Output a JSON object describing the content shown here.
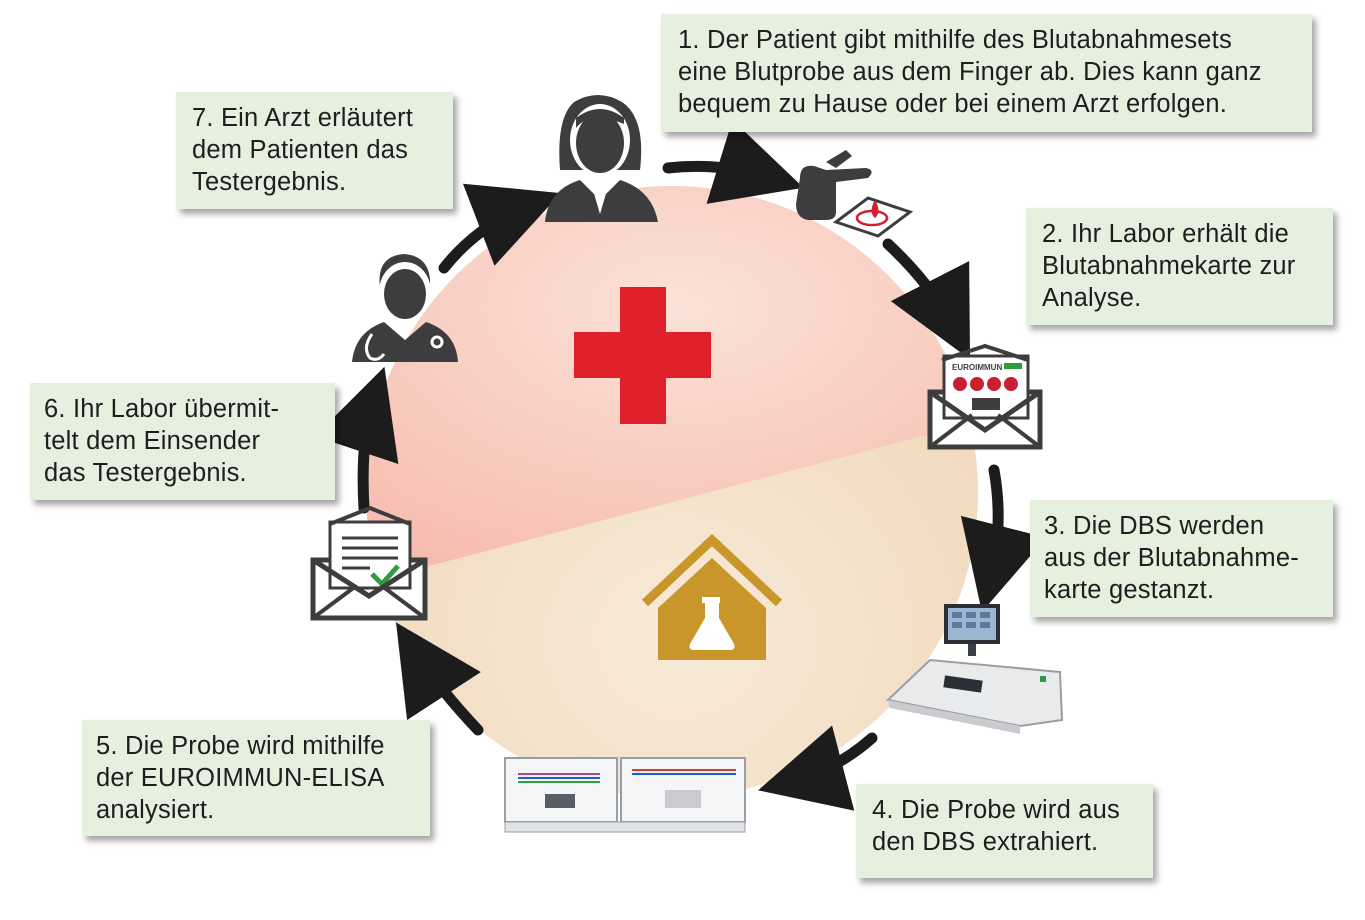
{
  "steps": [
    {
      "id": "step-1",
      "lines": [
        "1. Der Patient gibt mithilfe des Blutabnahmesets",
        "eine Blutprobe aus dem Finger ab. Dies kann ganz",
        "bequem zu Hause oder bei einem Arzt erfolgen."
      ]
    },
    {
      "id": "step-2",
      "lines": [
        "2. Ihr Labor erhält die",
        "Blutabnahmekarte zur",
        "Analyse."
      ]
    },
    {
      "id": "step-3",
      "lines": [
        "3. Die DBS werden",
        "aus der Blutabnahme-",
        "karte gestanzt."
      ]
    },
    {
      "id": "step-4",
      "lines": [
        "4. Die Probe wird aus",
        "den DBS extrahiert."
      ]
    },
    {
      "id": "step-5",
      "lines": [
        "5. Die Probe wird mithilfe",
        "der EUROIMMUN-ELISA",
        "analysiert."
      ]
    },
    {
      "id": "step-6",
      "lines": [
        "6. Ihr Labor übermit-",
        "telt dem Einsender",
        "das Testergebnis."
      ]
    },
    {
      "id": "step-7",
      "lines": [
        "7. Ein Arzt erläutert",
        "dem Patienten das",
        "Testergebnis."
      ]
    }
  ],
  "card": {
    "brand": "EUROIMMUN"
  },
  "colors": {
    "box_bg": "#e6f0df",
    "arrow": "#1c1c1c",
    "cross": "#e0202a",
    "house": "#c8962a",
    "circle_top": "#f9c9bd",
    "circle_bottom": "#f3dec4",
    "icon_dark": "#3d3d3f",
    "check": "#2e9b3e"
  },
  "icons": [
    "patient-woman-icon",
    "finger-blood-drop-icon",
    "envelope-card-icon",
    "punching-device-icon",
    "elisa-analyzer-icon",
    "envelope-result-icon",
    "doctor-icon",
    "red-cross-icon",
    "lab-house-icon"
  ]
}
